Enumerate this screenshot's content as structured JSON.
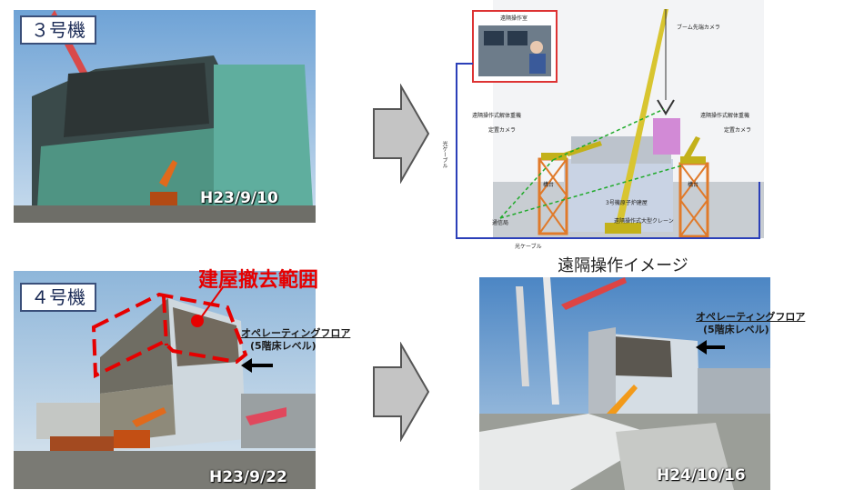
{
  "unit3": {
    "label": "３号機",
    "date": "H23/9/10"
  },
  "unit4": {
    "label": "４号機",
    "date": "H23/9/22",
    "demolition_range": "建屋撤去範囲",
    "op_floor_title": "オペレーティングフロア",
    "op_floor_level": "(5階床レベル)"
  },
  "after4": {
    "date": "H24/10/16",
    "op_floor_title": "オペレーティングフロア",
    "op_floor_level": "(5階床レベル)"
  },
  "remote": {
    "caption": "遠隔操作イメージ",
    "control_room": "遠隔操作室",
    "boom_camera": "ブーム先端カメラ",
    "heavy_machine_left": "遠隔操作式解体重機",
    "heavy_machine_right": "遠隔操作式解体重機",
    "fixed_camera_left": "定置カメラ",
    "fixed_camera_right": "定置カメラ",
    "platform_left": "構台",
    "platform_right": "構台",
    "building": "3号機原子炉建屋",
    "crane": "遠隔操作式大型クレーン",
    "comm": "通信局",
    "cable_v": "光ケーブル",
    "cable_h": "光ケーブル"
  }
}
